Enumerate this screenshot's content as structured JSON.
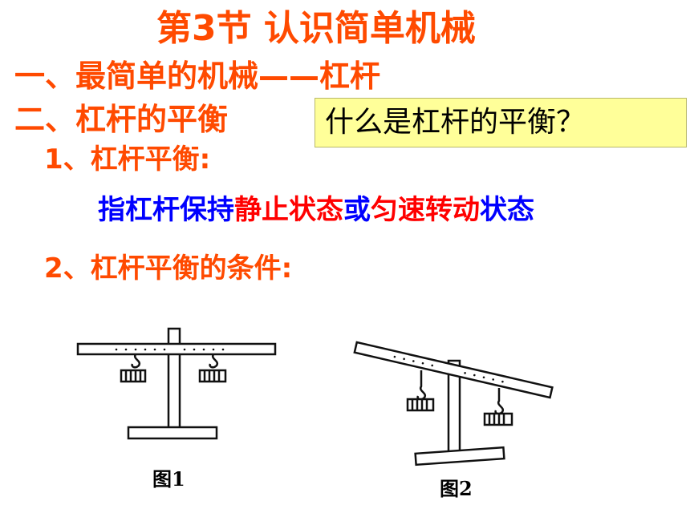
{
  "colors": {
    "heading_orange": "#ff4a00",
    "definition_blue": "#0000ff",
    "definition_red": "#ff0000",
    "question_box_bg": "#ffff99"
  },
  "slide": {
    "title": "第3节  认识简单机械",
    "heading1": "一、最简单的机械——杠杆",
    "heading2": "二、杠杆的平衡",
    "question": "什么是杠杆的平衡？",
    "point1": "1、杠杆平衡:",
    "definition": {
      "part1": "指杠杆保持",
      "part2": "静止状态",
      "part3": "或",
      "part4": "匀速转动",
      "part5": "状态"
    },
    "point2": "2、杠杆平衡的条件:",
    "figure1_caption": "图1",
    "figure2_caption": "图2"
  }
}
